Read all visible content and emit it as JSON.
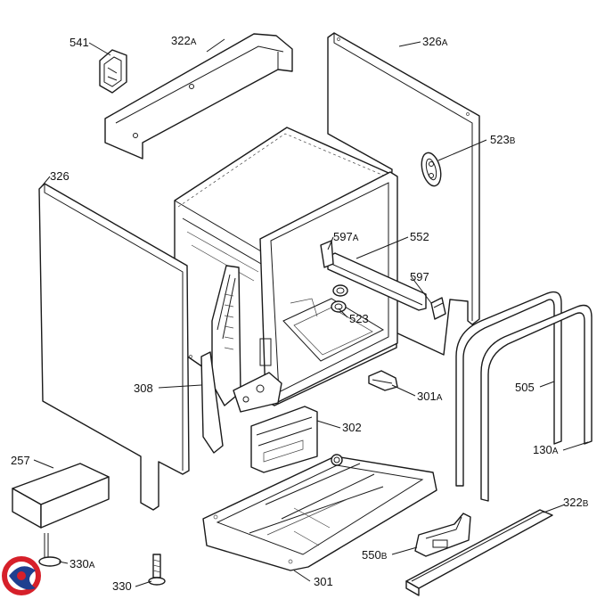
{
  "labels": {
    "l541": "541",
    "l322": "322",
    "l322_suffix": "A",
    "l326a": "326",
    "l326a_suffix": "A",
    "l523b": "523",
    "l523b_suffix": "B",
    "l326": "326",
    "l597a": "597",
    "l597a_suffix": "A",
    "l552": "552",
    "l597": "597",
    "l523": "523",
    "l308": "308",
    "l301a": "301",
    "l301a_suffix": "A",
    "l505": "505",
    "l302": "302",
    "l130a": "130",
    "l130a_suffix": "A",
    "l257": "257",
    "l322b": "322",
    "l322b_suffix": "B",
    "l550b": "550",
    "l550b_suffix": "B",
    "l330a": "330",
    "l330a_suffix": "A",
    "l330": "330",
    "l301": "301"
  },
  "logo": {
    "colors": [
      "#d6202a",
      "#1f3f8f"
    ]
  }
}
